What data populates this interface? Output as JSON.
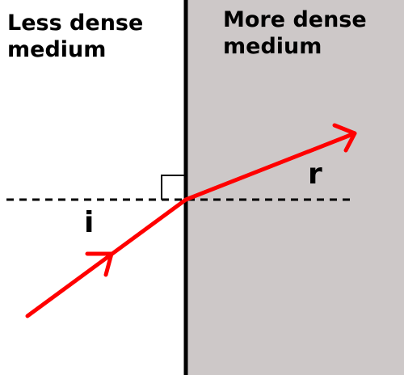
{
  "media": {
    "less_dense_line1": "Less dense",
    "less_dense_line2": "medium",
    "more_dense_line1": "More dense",
    "more_dense_line2": "medium"
  },
  "angles": {
    "incidence": "i",
    "refraction": "r"
  },
  "colors": {
    "dense_medium_fill": "#cdc8c8",
    "ray": "#ff0000",
    "boundary": "#000000",
    "normal": "#000000",
    "background": "#ffffff"
  }
}
